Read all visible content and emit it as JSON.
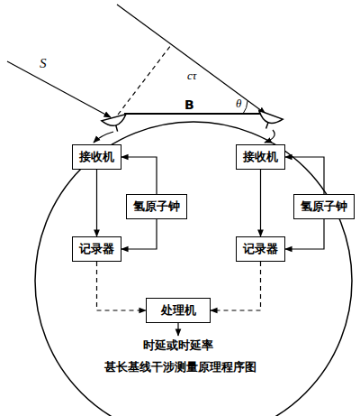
{
  "diagram": {
    "caption": "甚长基线干涉测量原理程序图",
    "nodes": [
      {
        "text": [
          "接收机"
        ]
      },
      {
        "text": [
          "氢原子钟"
        ]
      },
      {
        "text": [
          "记录器"
        ]
      },
      {
        "text": [
          "接收机"
        ]
      },
      {
        "text": [
          "氢原子钟"
        ]
      },
      {
        "text": [
          "记录器"
        ]
      },
      {
        "text": [
          "处理机"
        ]
      }
    ],
    "edges": [
      {
        "from": 0,
        "to": 2,
        "arrow": "to"
      },
      {
        "from": 1,
        "to": 0,
        "arrow": "to"
      },
      {
        "from": 1,
        "to": 2,
        "arrow": "to"
      },
      {
        "from": 3,
        "to": 5,
        "arrow": "to"
      },
      {
        "from": 4,
        "to": 3,
        "arrow": "to"
      },
      {
        "from": 4,
        "to": 5,
        "arrow": "to"
      },
      {
        "from": 2,
        "to": 6,
        "arrow": "to"
      },
      {
        "from": 5,
        "to": 6,
        "arrow": "to"
      }
    ],
    "labels": [
      "S",
      "cτ",
      "B",
      "θ",
      "时延或时延率"
    ]
  }
}
